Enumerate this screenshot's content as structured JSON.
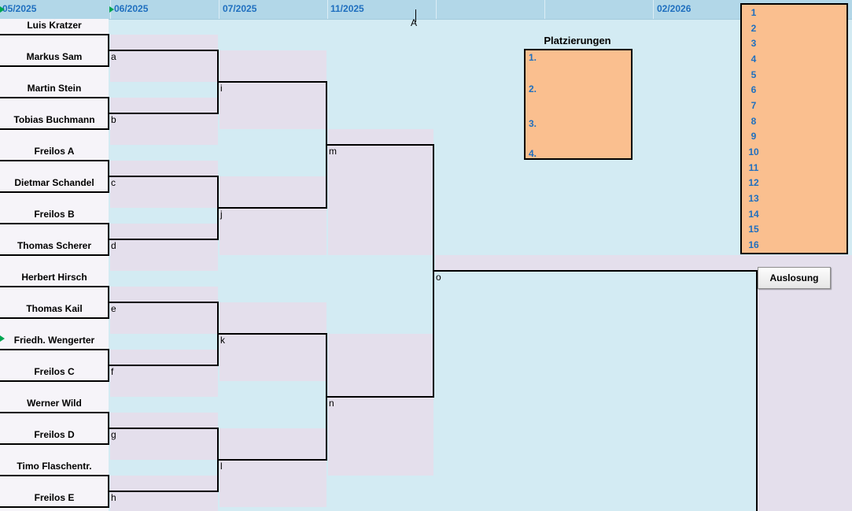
{
  "header": {
    "dates": [
      "05/2025",
      "06/2025",
      "07/2025",
      "11/2025",
      "02/2026"
    ],
    "marker_label": "A"
  },
  "bracket": {
    "players": [
      "Luis Kratzer",
      "Markus Sam",
      "Martin Stein",
      "Tobias Buchmann",
      "Freilos A",
      "Dietmar Schandel",
      "Freilos B",
      "Thomas Scherer",
      "Herbert Hirsch",
      "Thomas Kail",
      "Friedh. Wengerter",
      "Freilos C",
      "Werner Wild",
      "Freilos D",
      "Timo Flaschentr.",
      "Freilos E"
    ],
    "match_labels": [
      "a",
      "b",
      "c",
      "d",
      "e",
      "f",
      "g",
      "h",
      "i",
      "j",
      "k",
      "l",
      "m",
      "n",
      "o"
    ]
  },
  "placements": {
    "title": "Platzierungen",
    "ranks": [
      "1.",
      "2.",
      "3.",
      "4."
    ]
  },
  "standings": [
    "1",
    "2",
    "3",
    "4",
    "5",
    "6",
    "7",
    "8",
    "9",
    "10",
    "11",
    "12",
    "13",
    "14",
    "15",
    "16"
  ],
  "actions": {
    "auslosung": "Auslosung"
  },
  "colors": {
    "background": "#d3ebf3",
    "header_band": "#b2d7e8",
    "bracket_shade": "#e4dfec",
    "panel_orange": "#fabf8f",
    "accent_blue": "#1f6fbf",
    "line_black": "#000000"
  }
}
